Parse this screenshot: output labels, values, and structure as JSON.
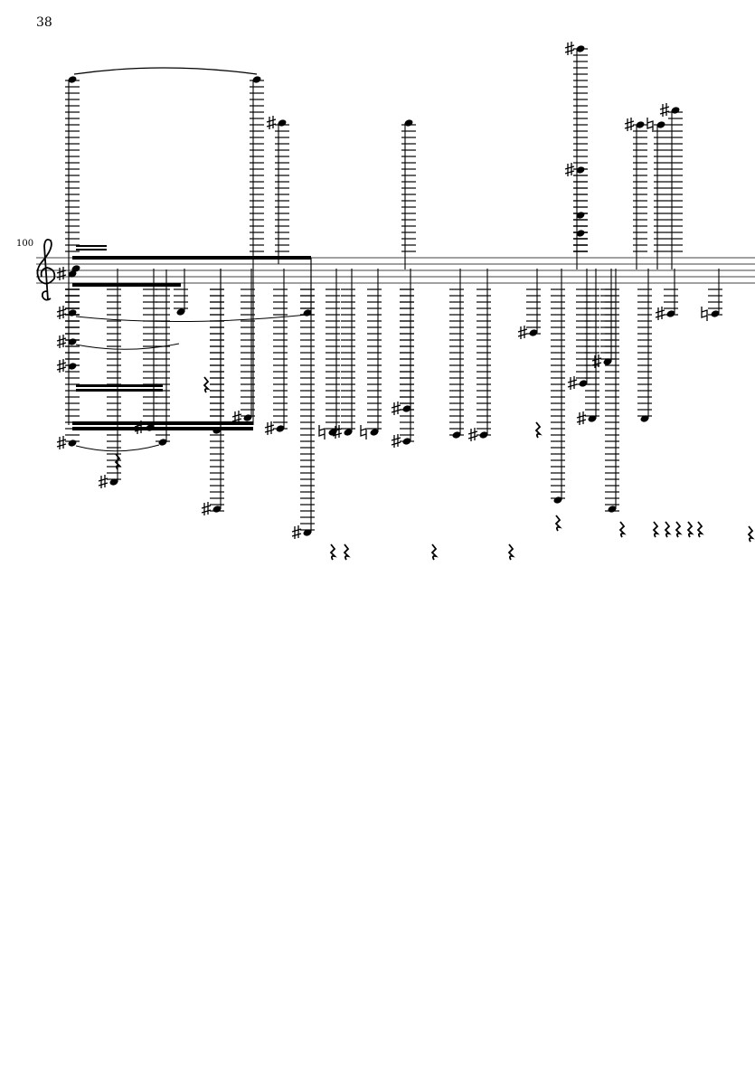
{
  "page": {
    "page_number": "38",
    "measure_number": "100"
  },
  "score": {
    "clef": "treble",
    "ink_color": "#000000",
    "paper_color": "#ffffff"
  }
}
